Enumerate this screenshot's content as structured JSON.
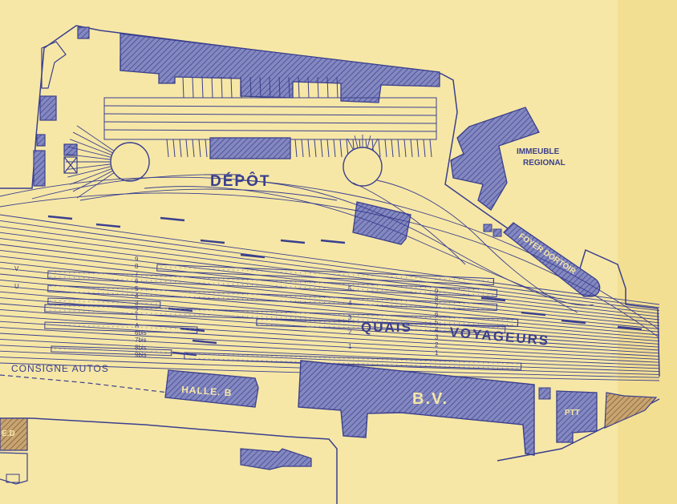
{
  "labels": {
    "depot": "DÉPÔT",
    "immeuble_line1": "IMMEUBLE",
    "immeuble_line2": "REGIONAL",
    "foyer": "FOYER DORTOIR",
    "quais": "QUAIS",
    "voyageurs": "VOYAGEURS",
    "consigne": "CONSIGNE  AUTOS",
    "halle": "HALLE. B",
    "bv": "B.V.",
    "ptt": "PTT",
    "ed": "E.D"
  },
  "track_numbers_left": [
    "9",
    "8",
    "7",
    "6",
    "5",
    "4",
    "3",
    "2",
    "1",
    "A",
    "6bis",
    "7bis",
    "8bis",
    "9bis"
  ],
  "track_letters": [
    "V",
    "U"
  ],
  "track_numbers_mid": [
    "5",
    "4",
    "3",
    "2",
    "1"
  ],
  "track_numbers_right": [
    "9",
    "8",
    "7",
    "6",
    "5",
    "4",
    "3",
    "2",
    "1"
  ],
  "colors": {
    "paper": "#f6e7a6",
    "ink": "#3a3f8e",
    "building_fill": "#7f83bd",
    "ed_fill": "#b08a5a"
  }
}
